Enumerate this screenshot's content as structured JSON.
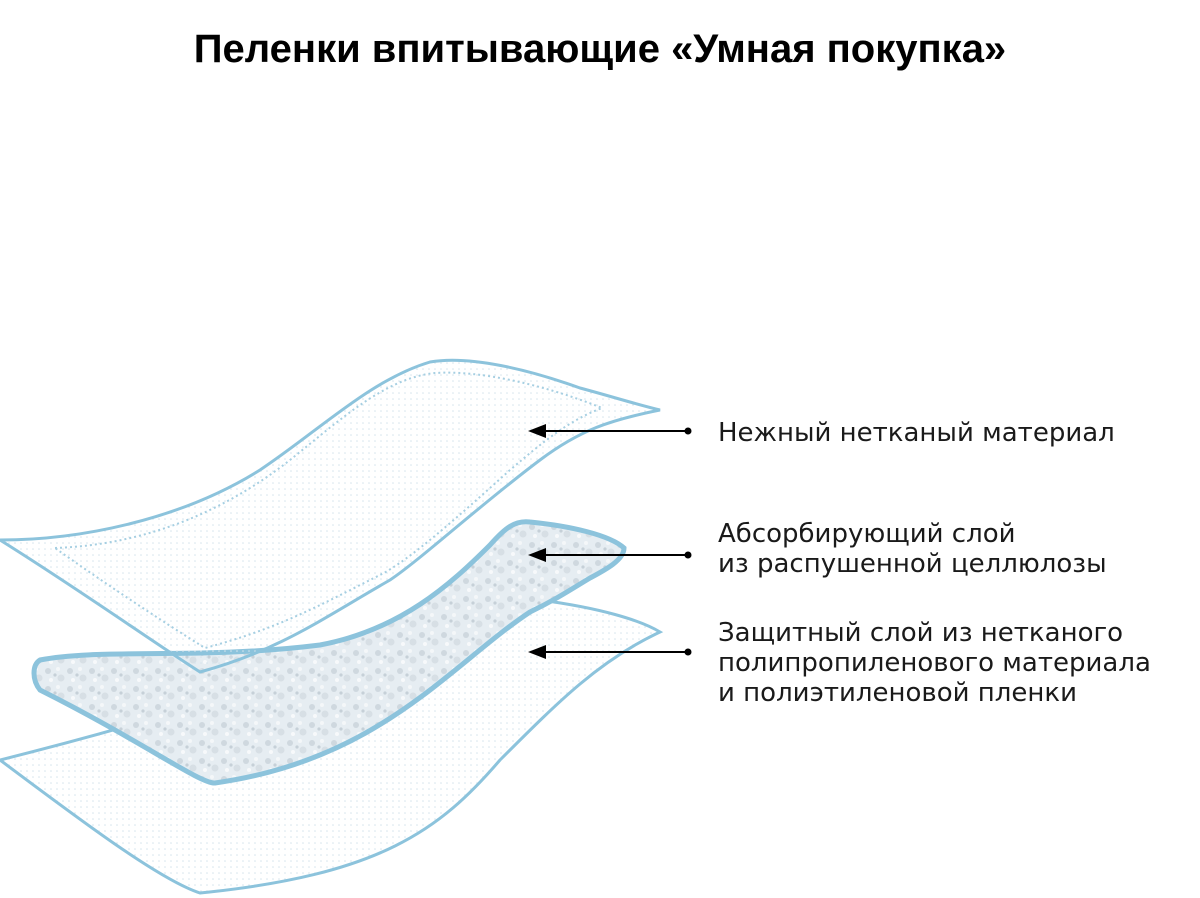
{
  "title": "Пеленки впитывающие «Умная покупка»",
  "colors": {
    "layer_outline": "#8cc3dc",
    "layer_fill": "#fdfeff",
    "absorbent_fill": "#e3eaef",
    "arrow": "#000000"
  },
  "layers": [
    {
      "lines": [
        "Нежный нетканый материал"
      ]
    },
    {
      "lines": [
        "Абсорбирующий слой",
        "из распушенной целлюлозы"
      ]
    },
    {
      "lines": [
        "Защитный слой из нетканого",
        "полипропиленового материала",
        "и полиэтиленовой пленки"
      ]
    }
  ]
}
